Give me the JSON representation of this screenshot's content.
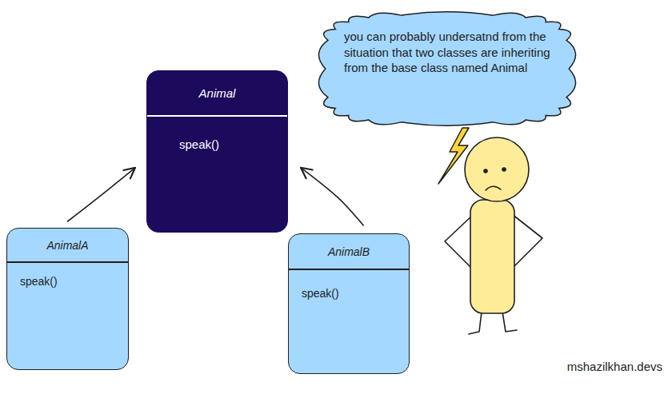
{
  "diagram": {
    "nodes": [
      {
        "text": [
          "Animal",
          "speak()"
        ]
      },
      {
        "text": [
          "AnimalA",
          "speak()"
        ]
      },
      {
        "text": [
          "AnimalB",
          "speak()"
        ]
      },
      {
        "text": [
          "you can probably undersatnd from the situation that two classes are inheriting from the base class named Animal"
        ]
      }
    ],
    "edges": [
      {
        "from": 1,
        "to": 0,
        "arrow": "to"
      },
      {
        "from": 2,
        "to": 0,
        "arrow": "to"
      }
    ],
    "labels": [
      "mshazilkhan.devs"
    ]
  }
}
